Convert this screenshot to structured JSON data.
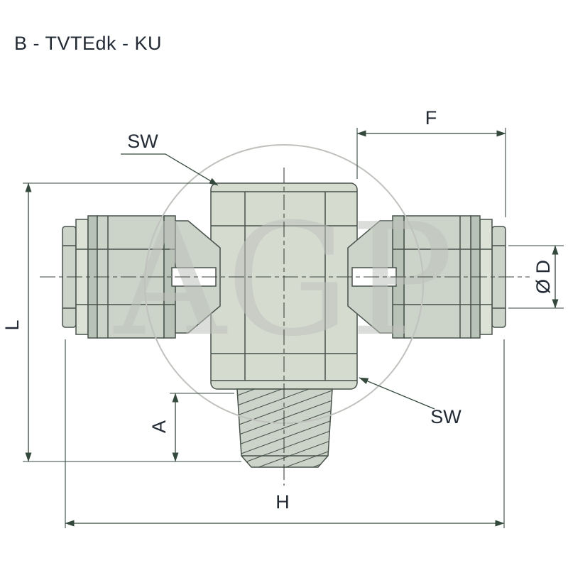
{
  "title": "B - TVTEdk - KU",
  "watermark": "AGP",
  "labels": {
    "f": "F",
    "sw_top": "SW",
    "l": "L",
    "a": "A",
    "h": "H",
    "d": "Ø D",
    "sw_bottom": "SW"
  },
  "colors": {
    "bg": "#ffffff",
    "part_fill": "#ccd3c8",
    "part_fill_light": "#dde2d7",
    "part_fill_dark": "#b9c2b6",
    "hex_fill": "#d6dbd0",
    "outline": "#47524a",
    "dimension": "#33493c",
    "text": "#222b35",
    "watermark": "#bfc2bd"
  }
}
